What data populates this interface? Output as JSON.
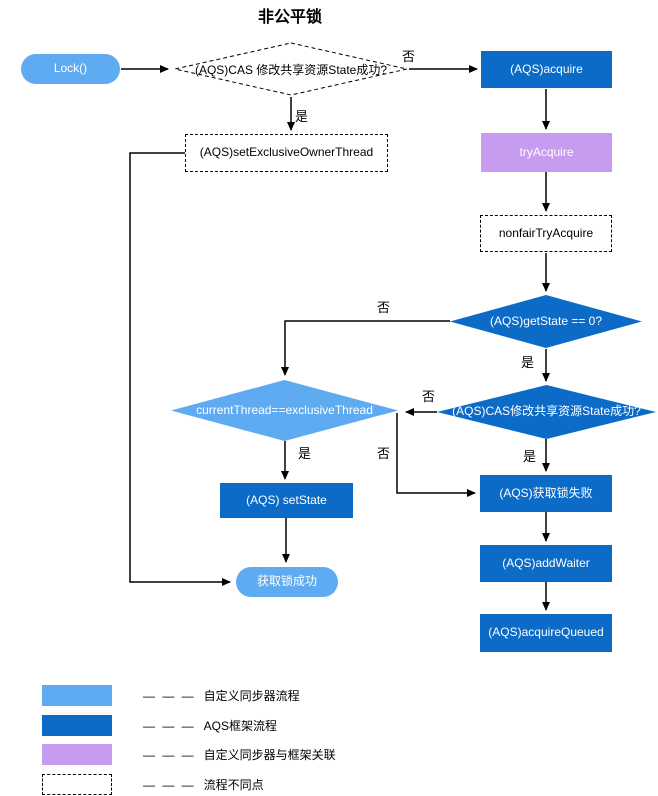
{
  "title": "非公平锁",
  "colors": {
    "light_blue": "#5fabf2",
    "dark_blue": "#0b6bc7",
    "purple": "#c79bf0"
  },
  "nodes": {
    "start": "Lock()",
    "cas_check_top": "(AQS)CAS 修改共享资源State成功?",
    "acquire": "(AQS)acquire",
    "try_acquire": "tryAcquire",
    "nonfair_try_acquire": "nonfairTryAcquire",
    "set_exclusive_owner_thread": "(AQS)setExclusiveOwnerThread",
    "get_state": "(AQS)getState == 0?",
    "current_thread": "currentThread==exclusiveThread",
    "cas_check": "(AQS)CAS修改共享资源State成功?",
    "set_state": "(AQS) setState",
    "success": "获取锁成功",
    "fail": "(AQS)获取锁失败",
    "add_waiter": "(AQS)addWaiter",
    "acquire_queued": "(AQS)acquireQueued"
  },
  "edge_labels": {
    "yes": "是",
    "no": "否"
  },
  "legend": [
    {
      "swatch": "light-blue",
      "dash": "— — —",
      "label": "自定义同步器流程"
    },
    {
      "swatch": "dark-blue",
      "dash": "— — —",
      "label": "AQS框架流程"
    },
    {
      "swatch": "purple",
      "dash": "— — —",
      "label": "自定义同步器与框架关联"
    },
    {
      "swatch": "dashed",
      "dash": "— — —",
      "label": "流程不同点"
    }
  ]
}
